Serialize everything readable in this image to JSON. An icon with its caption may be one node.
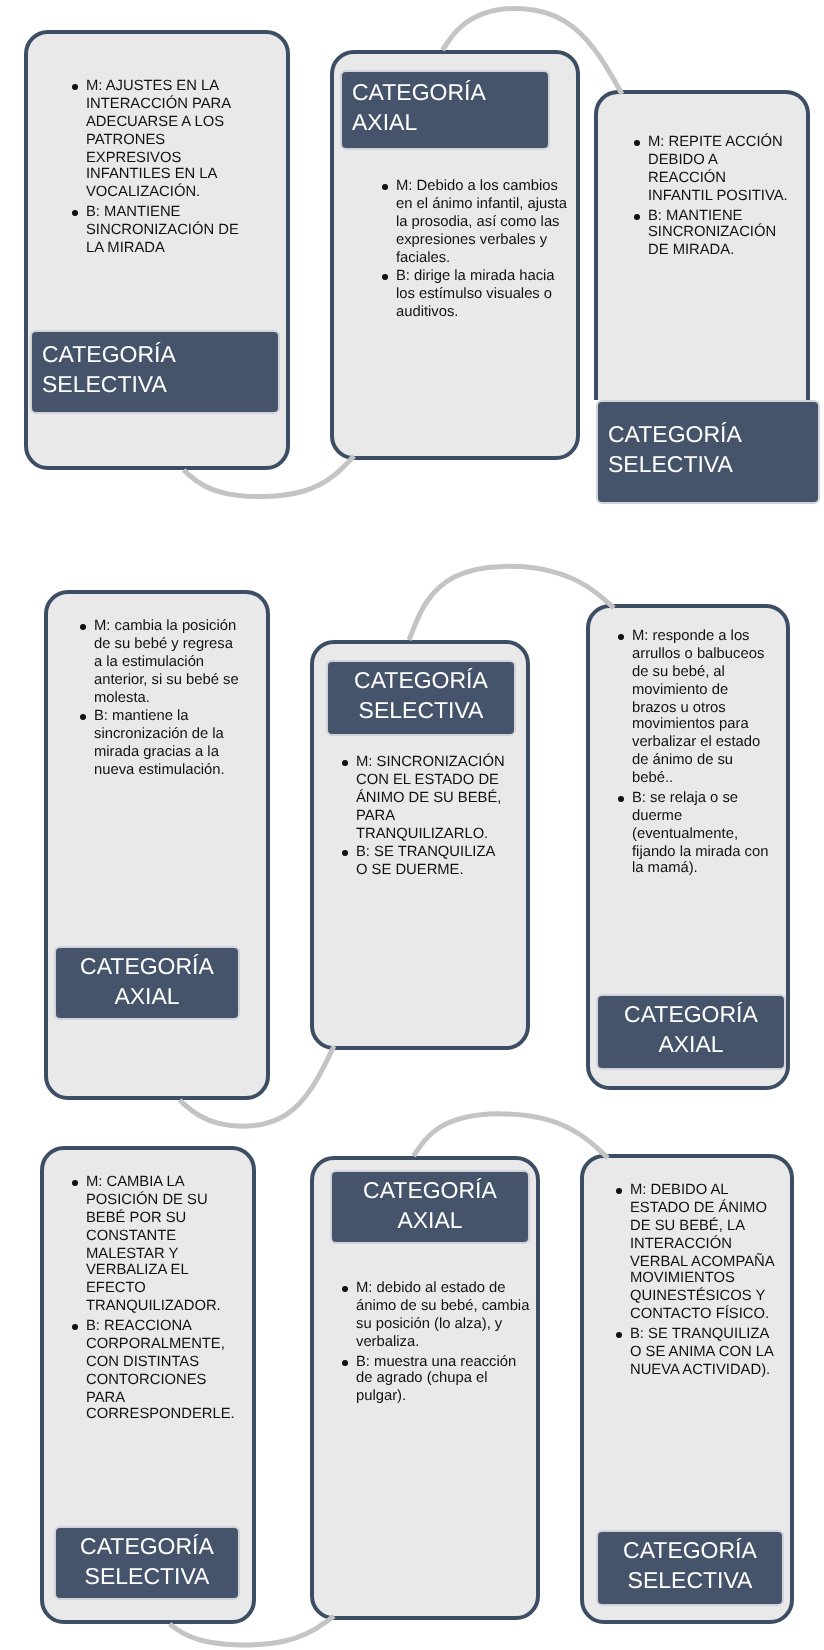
{
  "diagram": {
    "nodes": [
      {
        "text": [
          "M: AJUSTES EN LA INTERACCIÓN PARA ADECUARSE A LOS PATRONES EXPRESIVOS INFANTILES EN LA VOCALIZACIÓN.",
          "B: MANTIENE SINCRONIZACIÓN DE LA MIRADA"
        ]
      },
      {
        "text": [
          "CATEGORÍA SELECTIVA"
        ],
        "in": 0
      },
      {
        "text": [
          "M: Debido a los cambios en el ánimo infantil, ajusta la prosodia, así como las expresiones verbales y faciales.",
          "B: dirige la mirada hacia los estímulso visuales o auditivos."
        ]
      },
      {
        "text": [
          "CATEGORÍA AXIAL"
        ],
        "in": 2
      },
      {
        "text": [
          "M: REPITE ACCIÓN DEBIDO A REACCIÓN INFANTIL POSITIVA.",
          "B: MANTIENE SINCRONIZACIÓN DE MIRADA."
        ]
      },
      {
        "text": [
          "CATEGORÍA SELECTIVA"
        ]
      },
      {
        "text": [
          "M: cambia la posición de su bebé y regresa a la estimulación anterior, si su bebé se molesta.",
          "B: mantiene la sincronización de la mirada gracias a la nueva estimulación."
        ]
      },
      {
        "text": [
          "CATEGORÍA AXIAL"
        ],
        "in": 6
      },
      {
        "text": [
          "M: SINCRONIZACIÓN CON EL ESTADO DE ÁNIMO DE SU BEBÉ, PARA TRANQUILIZARLO.",
          "B: SE TRANQUILIZA O SE DUERME."
        ]
      },
      {
        "text": [
          "CATEGORÍA SELECTIVA"
        ],
        "in": 8
      },
      {
        "text": [
          "M: responde a los arrullos o balbuceos de su bebé, al movimiento de brazos u otros movimientos para verbalizar el estado de ánimo de su bebé..",
          "B: se relaja o se duerme (eventualmente, fijando la mirada con la mamá)."
        ]
      },
      {
        "text": [
          "CATEGORÍA AXIAL"
        ],
        "in": 10
      },
      {
        "text": [
          "M: CAMBIA LA POSICIÓN DE SU BEBÉ POR SU CONSTANTE MALESTAR Y VERBALIZA EL EFECTO TRANQUILIZADOR.",
          "B: REACCIONA CORPORALMENTE, CON DISTINTAS CONTORCIONES PARA CORRESPONDERLE."
        ]
      },
      {
        "text": [
          "CATEGORÍA SELECTIVA"
        ],
        "in": 12
      },
      {
        "text": [
          "M: debido al estado de ánimo de su bebé, cambia su posición (lo alza), y verbaliza.",
          "B: muestra una reacción de agrado (chupa el pulgar)."
        ]
      },
      {
        "text": [
          "CATEGORÍA AXIAL"
        ],
        "in": 14
      },
      {
        "text": [
          "M: DEBIDO AL ESTADO DE ÁNIMO DE SU BEBÉ, LA INTERACCIÓN VERBAL ACOMPAÑA MOVIMIENTOS QUINESTÉSICOS Y CONTACTO FÍSICO.",
          "B: SE TRANQUILIZA O SE ANIMA CON LA NUEVA ACTIVIDAD)."
        ]
      },
      {
        "text": [
          "CATEGORÍA SELECTIVA"
        ],
        "in": 16
      }
    ],
    "edges": [
      {
        "from": 0,
        "to": 2,
        "arrow": "none"
      },
      {
        "from": 2,
        "to": 4,
        "arrow": "none"
      },
      {
        "from": 6,
        "to": 8,
        "arrow": "none"
      },
      {
        "from": 8,
        "to": 10,
        "arrow": "none"
      },
      {
        "from": 12,
        "to": 14,
        "arrow": "none"
      },
      {
        "from": 14,
        "to": 16,
        "arrow": "none"
      }
    ]
  }
}
